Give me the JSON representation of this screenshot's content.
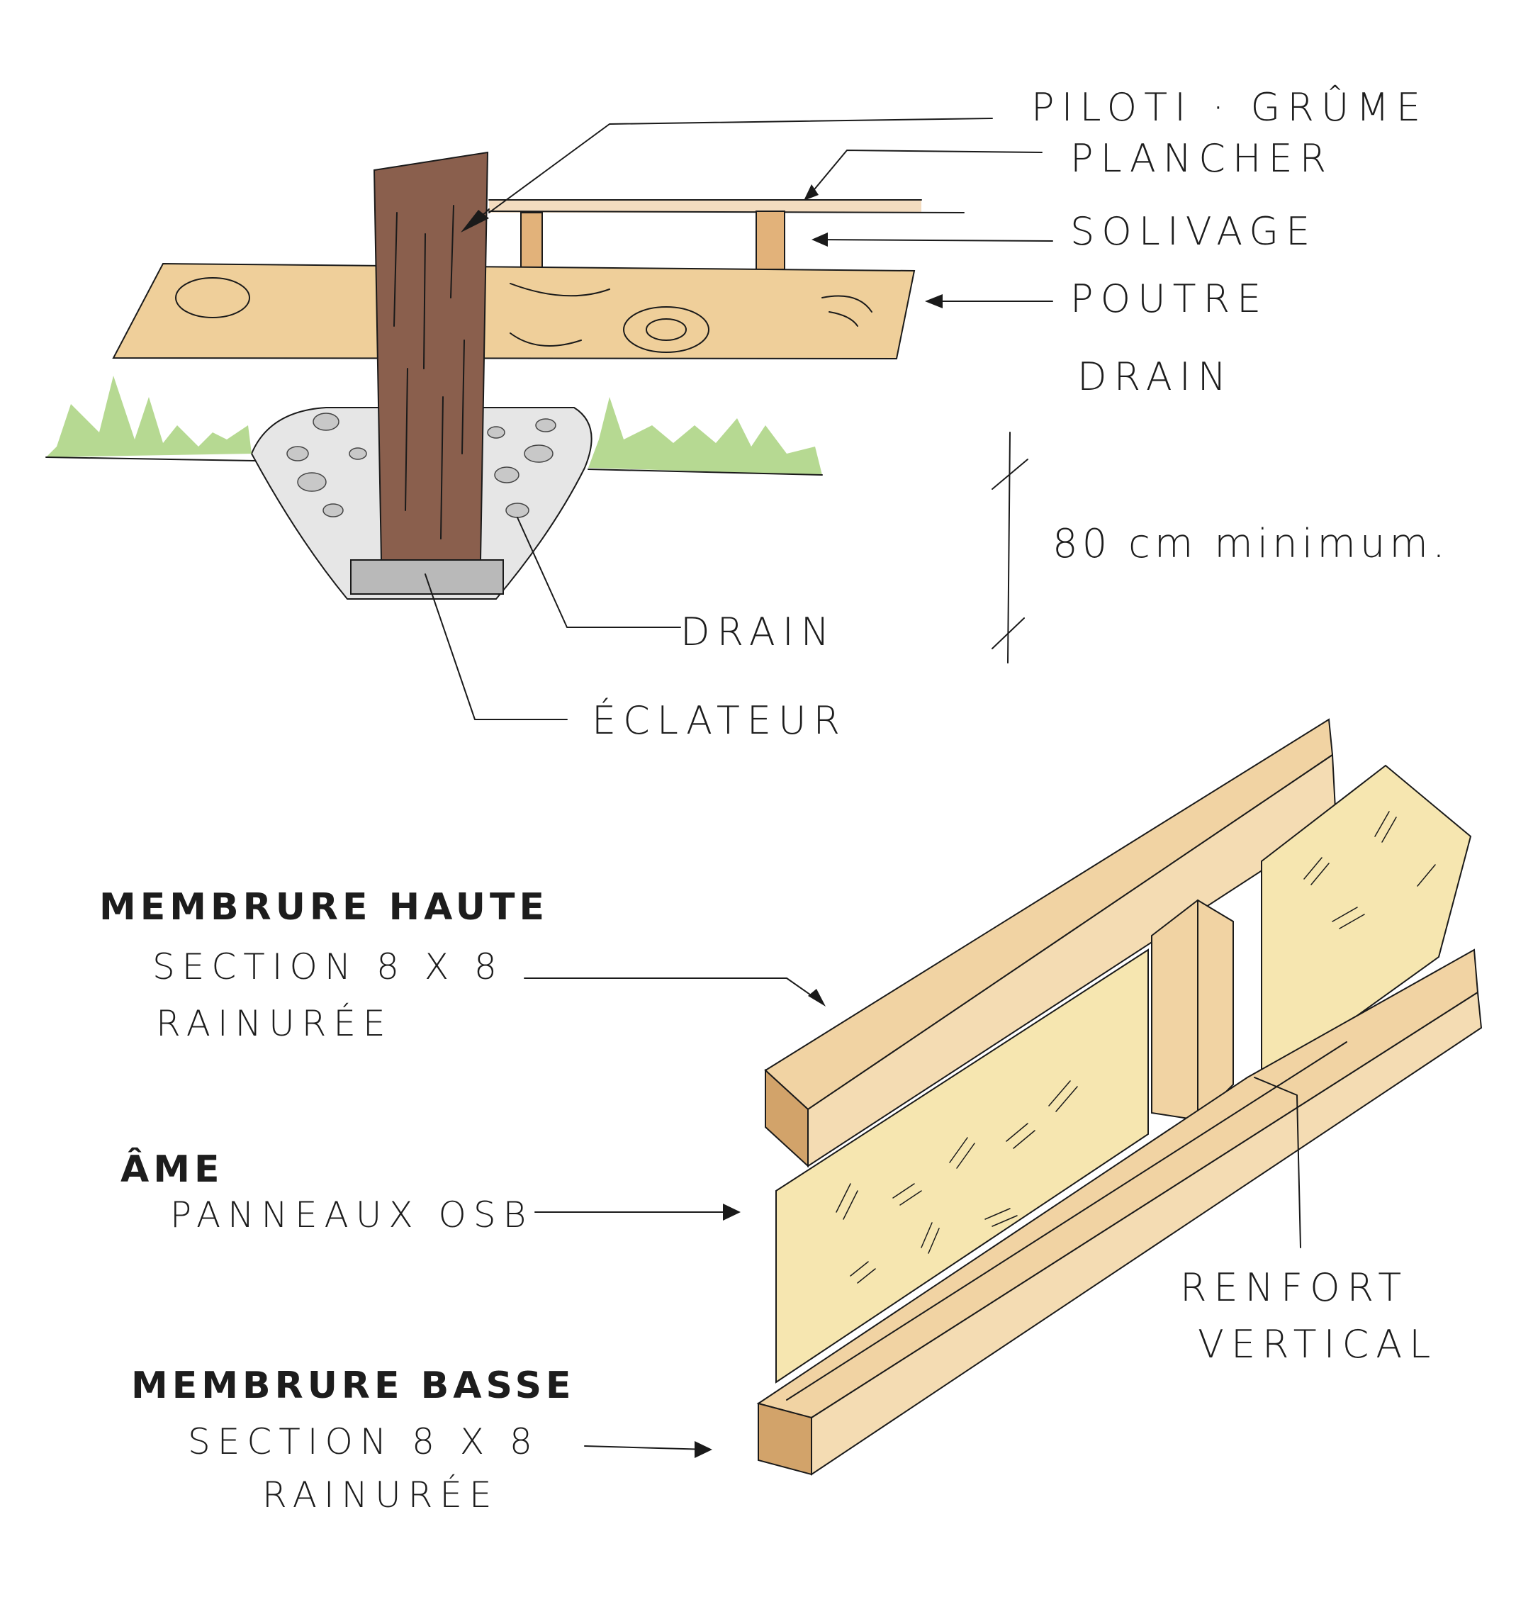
{
  "top_section": {
    "labels": {
      "piloti": "PiLoTi · GRÛME",
      "plancher": "PLANCHER",
      "solivage": "SOLiVAGE",
      "poutre": "POUTRE",
      "drain_upper": "DRAiN",
      "dimension": "80 cm minimum.",
      "drain_lower": "DRAiN",
      "eclateur": "ÉCLATEUR"
    }
  },
  "bottom_section": {
    "labels": {
      "membrure_haute": "MEMBRURE HAUTE",
      "membrure_haute_section": "SECTiON 8 x 8",
      "membrure_haute_rainuree": "RAiNURÉE",
      "ame": "ÂME",
      "ame_panneaux": "PANNEAUX OSB",
      "renfort_line1": "RENFORT",
      "renfort_line2": "VERTiCAL",
      "membrure_basse": "MEMBRURE BASSE",
      "membrure_basse_section": "SECTiON 8 x 8",
      "membrure_basse_rainuree": "RAiNURÉE"
    }
  },
  "colors": {
    "wood_light": "#f1d3a3",
    "wood_beam": "#efcf9a",
    "post_brown": "#8a5f4d",
    "gravel": "#e6e6e6",
    "grass": "#a9d27f",
    "osb": "#f6e6b0",
    "ink": "#1a1a1a"
  }
}
